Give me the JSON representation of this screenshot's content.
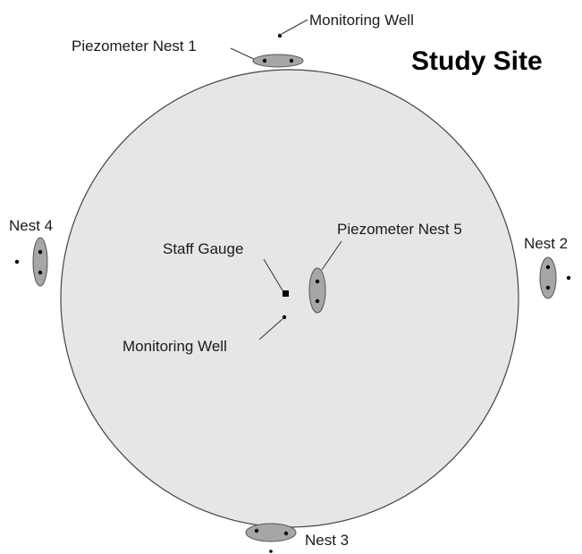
{
  "title": "Study Site",
  "labels": {
    "monitoring_well_top": "Monitoring Well",
    "piezometer_nest_1": "Piezometer Nest 1",
    "nest_4": "Nest 4",
    "staff_gauge": "Staff Gauge",
    "piezometer_nest_5": "Piezometer Nest 5",
    "nest_2": "Nest 2",
    "monitoring_well_center": "Monitoring Well",
    "nest_3": "Nest 3"
  },
  "colors": {
    "lake_fill": "#e6e6e6",
    "lake_stroke": "#444444",
    "nest_fill": "#a6a6a6"
  }
}
